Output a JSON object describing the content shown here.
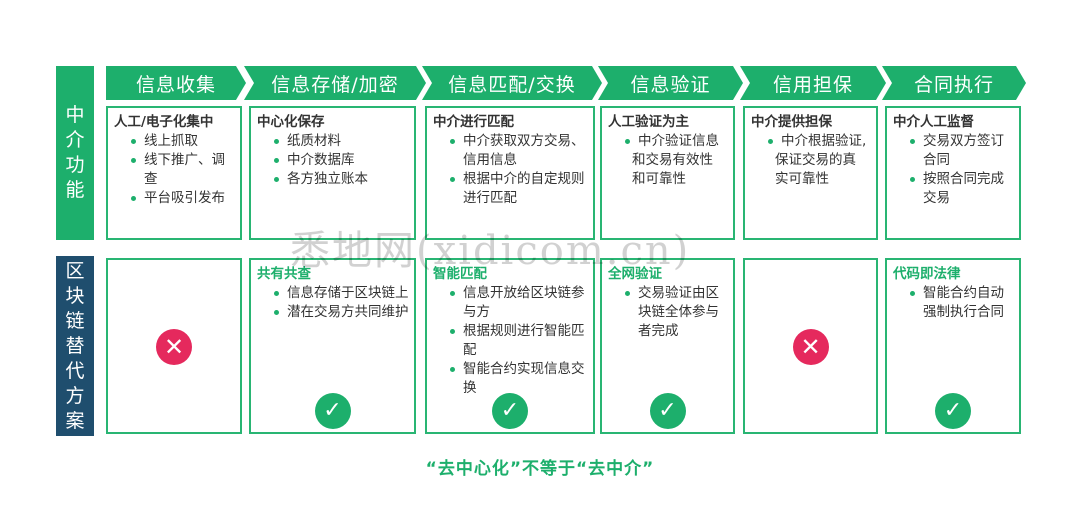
{
  "side_labels": {
    "top": [
      "中",
      "介",
      "功",
      "能"
    ],
    "bottom": [
      "区",
      "块",
      "链",
      "替",
      "代",
      "方",
      "案"
    ]
  },
  "stages": [
    "信息收集",
    "信息存储/加密",
    "信息匹配/交换",
    "信息验证",
    "信用担保",
    "合同执行"
  ],
  "intermediary": [
    {
      "title": "人工/电子化集中",
      "items": [
        "线上抓取",
        "线下推广、调查",
        "平台吸引发布"
      ]
    },
    {
      "title": "中心化保存",
      "items": [
        "纸质材料",
        "中介数据库",
        "各方独立账本"
      ]
    },
    {
      "title": "中介进行匹配",
      "items": [
        "中介获取双方交易、信用信息",
        "根据中介的自定规则进行匹配"
      ]
    },
    {
      "title": "人工验证为主",
      "items": [
        "中介验证信息"
      ],
      "plain": [
        "和交易有效性",
        "和可靠性"
      ]
    },
    {
      "title": "中介提供担保",
      "items": [
        "中介根据验证,"
      ],
      "plain": [
        "保证交易的真",
        "实可靠性"
      ]
    },
    {
      "title": "中介人工监督",
      "items": [
        "交易双方签订合同",
        "按照合同完成交易"
      ]
    }
  ],
  "blockchain": [
    {
      "title": "",
      "items": [],
      "status": "no"
    },
    {
      "title": "共有共查",
      "items": [
        "信息存储于区块链上",
        "潜在交易方共同维护"
      ],
      "status": "ok"
    },
    {
      "title": "智能匹配",
      "items": [
        "信息开放给区块链参与方",
        "根据规则进行智能匹配",
        "智能合约实现信息交换"
      ],
      "status": "ok"
    },
    {
      "title": "全网验证",
      "items": [
        "交易验证由区块链全体参与者完成"
      ],
      "status": "ok"
    },
    {
      "title": "",
      "items": [],
      "status": "no"
    },
    {
      "title": "代码即法律",
      "items": [
        "智能合约自动强制执行合同"
      ],
      "status": "ok"
    }
  ],
  "marks": {
    "ok": "✓",
    "no": "✕"
  },
  "icons": {
    "ok": "check-circle-icon",
    "no": "cross-circle-icon"
  },
  "footer": "“去中心化”不等于“去中介”",
  "watermark": "悉地网(xidicom.cn)",
  "colors": {
    "green": "#1daf6c",
    "navy": "#1f4e6e",
    "red": "#e5295d"
  }
}
